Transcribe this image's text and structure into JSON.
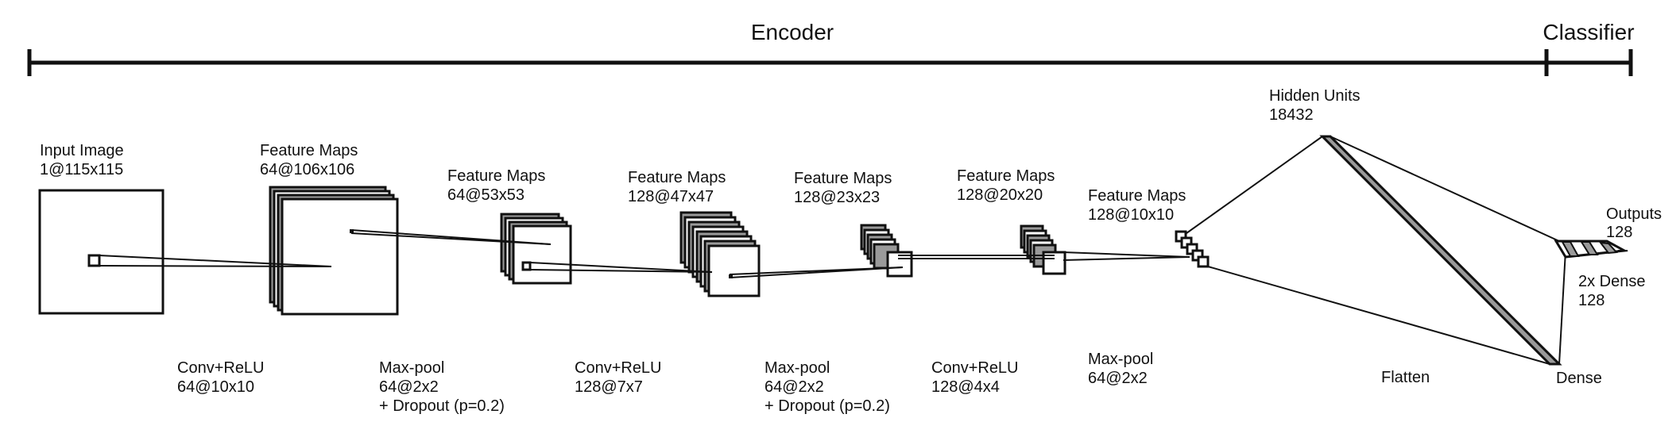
{
  "header": {
    "encoder": "Encoder",
    "classifier": "Classifier"
  },
  "layers": [
    {
      "title": "Input Image",
      "dims": "1@115x115"
    },
    {
      "title": "Feature Maps",
      "dims": "64@106x106"
    },
    {
      "title": "Feature Maps",
      "dims": "64@53x53"
    },
    {
      "title": "Feature Maps",
      "dims": "128@47x47"
    },
    {
      "title": "Feature Maps",
      "dims": "128@23x23"
    },
    {
      "title": "Feature Maps",
      "dims": "128@20x20"
    },
    {
      "title": "Feature Maps",
      "dims": "128@10x10"
    },
    {
      "title": "Hidden Units",
      "dims": "18432"
    },
    {
      "title": "Outputs",
      "dims": "128"
    }
  ],
  "operations": [
    {
      "line1": "Conv+ReLU",
      "line2": "64@10x10",
      "line3": ""
    },
    {
      "line1": "Max-pool",
      "line2": "64@2x2",
      "line3": "+ Dropout (p=0.2)"
    },
    {
      "line1": "Conv+ReLU",
      "line2": "128@7x7",
      "line3": ""
    },
    {
      "line1": "Max-pool",
      "line2": "64@2x2",
      "line3": "+ Dropout (p=0.2)"
    },
    {
      "line1": "Conv+ReLU",
      "line2": "128@4x4",
      "line3": ""
    },
    {
      "line1": "Max-pool",
      "line2": "64@2x2",
      "line3": ""
    },
    {
      "line1": "Flatten",
      "line2": "",
      "line3": ""
    },
    {
      "line1": "Dense",
      "line2": "",
      "line3": ""
    },
    {
      "line1": "2x Dense",
      "line2": "128",
      "line3": ""
    }
  ]
}
